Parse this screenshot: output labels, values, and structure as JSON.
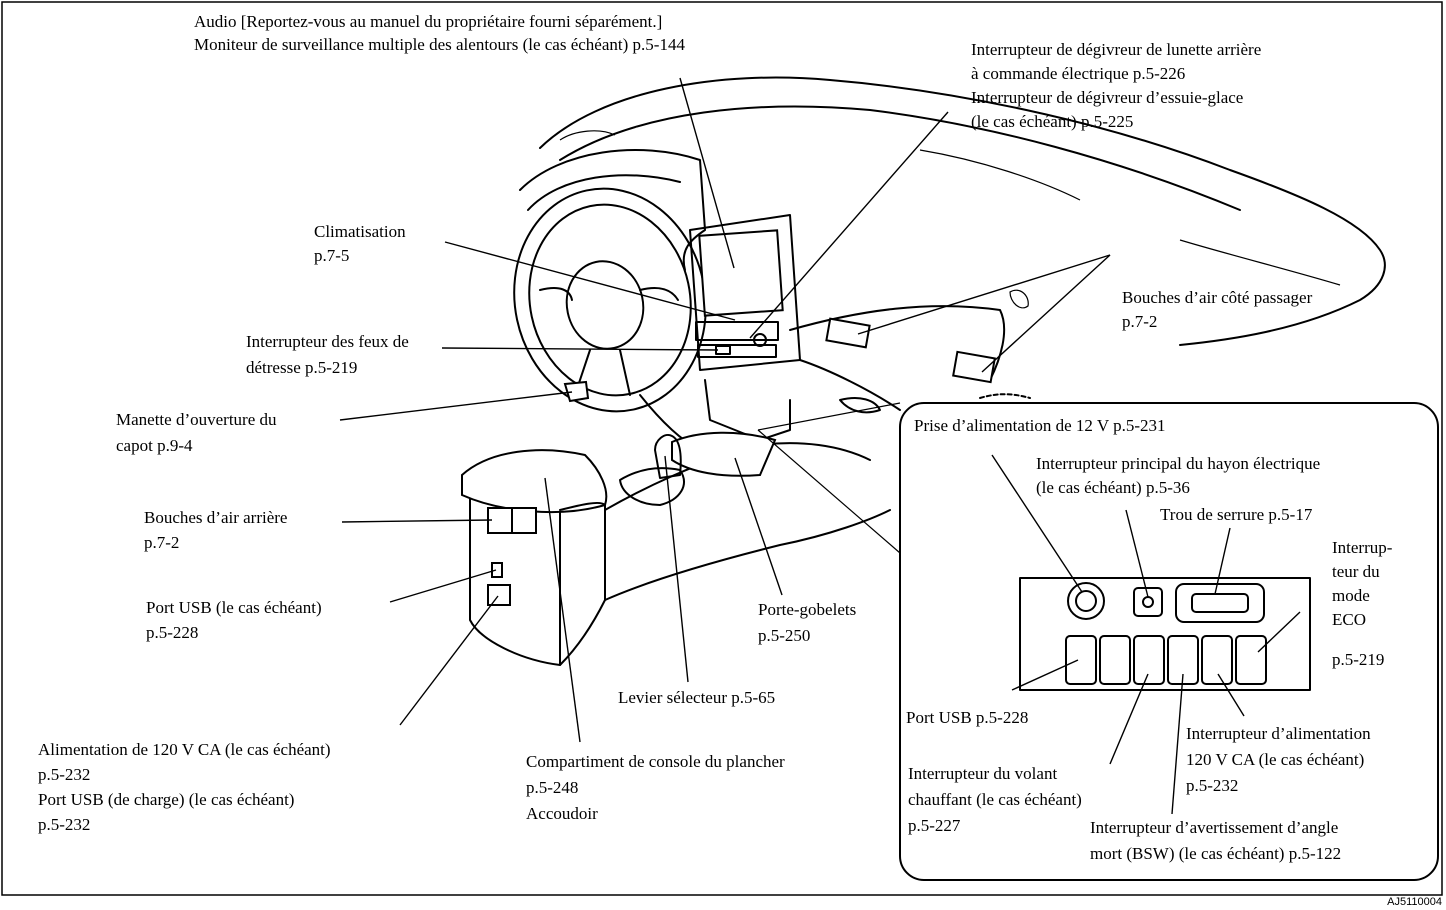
{
  "labels": {
    "audio_1": "Audio [Reportez-vous au manuel du propriétaire fourni séparément.]",
    "audio_2": "Moniteur de surveillance multiple des alentours (le cas échéant) p.5-144",
    "defroster_1": "Interrupteur de dégivreur de lunette arrière",
    "defroster_2": "à commande électrique p.5-226",
    "defroster_3": "Interrupteur de dégivreur d’essuie-glace",
    "defroster_4": "(le cas échéant) p.5-225",
    "climate_1": "Climatisation",
    "climate_2": "p.7-5",
    "hazard_1": "Interrupteur des feux de",
    "hazard_2": "détresse p.5-219",
    "hood_1": "Manette d’ouverture du",
    "hood_2": "capot p.9-4",
    "rear_vents_1": "Bouches d’air arrière",
    "rear_vents_2": "p.7-2",
    "usb_rear_1": "Port USB (le cas échéant)",
    "usb_rear_2": "p.5-228",
    "ac120_1": "Alimentation de 120 V CA (le cas échéant)",
    "ac120_2": "p.5-232",
    "ac120_3": "Port USB (de charge) (le cas échéant)",
    "ac120_4": "p.5-232",
    "console_1": "Compartiment de console du plancher",
    "console_2": "p.5-248",
    "console_3": "Accoudoir",
    "selector": "Levier sélecteur p.5-65",
    "cupholder_1": "Porte-gobelets",
    "cupholder_2": "p.5-250",
    "passenger_vents_1": "Bouches d’air côté passager",
    "passenger_vents_2": "p.7-2"
  },
  "inset": {
    "power_outlet": "Prise d’alimentation de 12 V p.5-231",
    "tailgate_1": "Interrupteur principal du hayon électrique",
    "tailgate_2": "(le cas échéant) p.5-36",
    "keyhole": "Trou de serrure p.5-17",
    "eco_1": "Interrup-",
    "eco_2": "teur du",
    "eco_3": "mode",
    "eco_4": "ECO",
    "eco_5": "p.5-219",
    "usb": "Port USB p.5-228",
    "ac_switch_1": "Interrupteur d’alimentation",
    "ac_switch_2": "120 V CA (le cas échéant)",
    "ac_switch_3": "p.5-232",
    "heated_wheel_1": "Interrupteur du volant",
    "heated_wheel_2": "chauffant (le cas échéant)",
    "heated_wheel_3": "p.5-227",
    "bsw_1": "Interrupteur d’avertissement d’angle",
    "bsw_2": "mort (BSW) (le cas échéant) p.5-122"
  },
  "figure_code": "AJ5110004"
}
